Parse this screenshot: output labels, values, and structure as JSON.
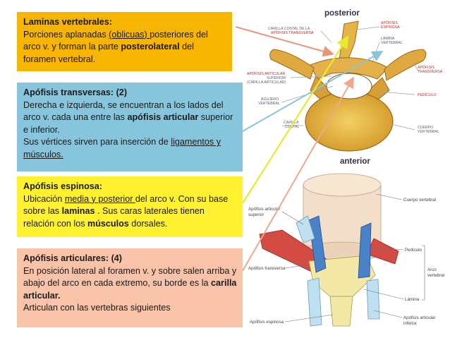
{
  "boxes": {
    "laminas": {
      "title": "Laminas vertebrales:",
      "t1": "Porciones aplanadas ",
      "t2": "(oblicuas) ",
      "t3": "posteriores del arco v. y forman la parte ",
      "t4": "posterolateral",
      "t5": " del foramen vertebral.",
      "color": "#f7b500"
    },
    "transversas": {
      "title": "Apófisis transversas: (",
      "title_num": "2",
      "title_end": ")",
      "t1": "Derecha e izquierda, se encuentran a los lados del arco v.  cada una entre las ",
      "t2": "apófisis articular",
      "t3": " superior e inferior.",
      "t4": "Sus vértices sirven para inserción de ",
      "t5": "ligamentos y músculos.",
      "color": "#86c5db"
    },
    "espinosa": {
      "title": "Apófisis espinosa:",
      "t1": "Ubicación ",
      "t2": "media y posterior ",
      "t3": "del arco v.  Con su base sobre las ",
      "t4": "laminas",
      "t5": " . Sus caras laterales tienen relación con los ",
      "t6": "músculos",
      "t7": " dorsales.",
      "color": "#fff12e"
    },
    "articulares": {
      "title": "Apófisis articulares: (4)",
      "t1": "En posición lateral al foramen v. y sobre salen arriba y abajo del arco en cada extremo, su borde es la ",
      "t2": "carilla articular.",
      "t3": "Articulan con las vertebras siguientes",
      "color": "#f9c3a9"
    }
  },
  "top_figure": {
    "posterior": "posterior",
    "anterior": "anterior",
    "lbl_carilla_costal": "CARILLA COSTAL DE LA",
    "lbl_apofisis_transversa_l": "APÓFISIS TRANSVERSA",
    "lbl_apofisis_espinosa_1": "APÓFISIS",
    "lbl_apofisis_espinosa_2": "ESPINOSA",
    "lbl_lamina_1": "LÁMINA",
    "lbl_lamina_2": "VERTEBRAL",
    "lbl_apofisis_transversa_r1": "APÓFISIS",
    "lbl_apofisis_transversa_r2": "TRANSVERSA",
    "lbl_apofisis_articular_1": "APÓFISIS ARTICULAR",
    "lbl_apofisis_articular_2": "SUPERIOR",
    "lbl_apofisis_articular_3": "(CARILLA ARTICULAR)",
    "lbl_pediculo": "PEDÍCULO",
    "lbl_agujero_1": "AGUJERO",
    "lbl_agujero_2": "VERTEBRAL",
    "lbl_carilla_1": "CARILLA",
    "lbl_carilla_2": "COSTAL",
    "lbl_cuerpo_1": "CUERPO",
    "lbl_cuerpo_2": "VERTEBRAL"
  },
  "bottom_figure": {
    "lbl_cuerpo": "Cuerpo vertebral",
    "lbl_art_sup_1": "Apófisis articular",
    "lbl_art_sup_2": "superior",
    "lbl_pediculo": "Pedículo",
    "lbl_transversa": "Apófisis transversa",
    "lbl_arco_1": "Arco",
    "lbl_arco_2": "vertebral",
    "lbl_lamina": "Lámina",
    "lbl_espinosa": "Apófisis espinosa",
    "lbl_art_inf_1": "Apófisis articular",
    "lbl_art_inf_2": "inferior"
  }
}
